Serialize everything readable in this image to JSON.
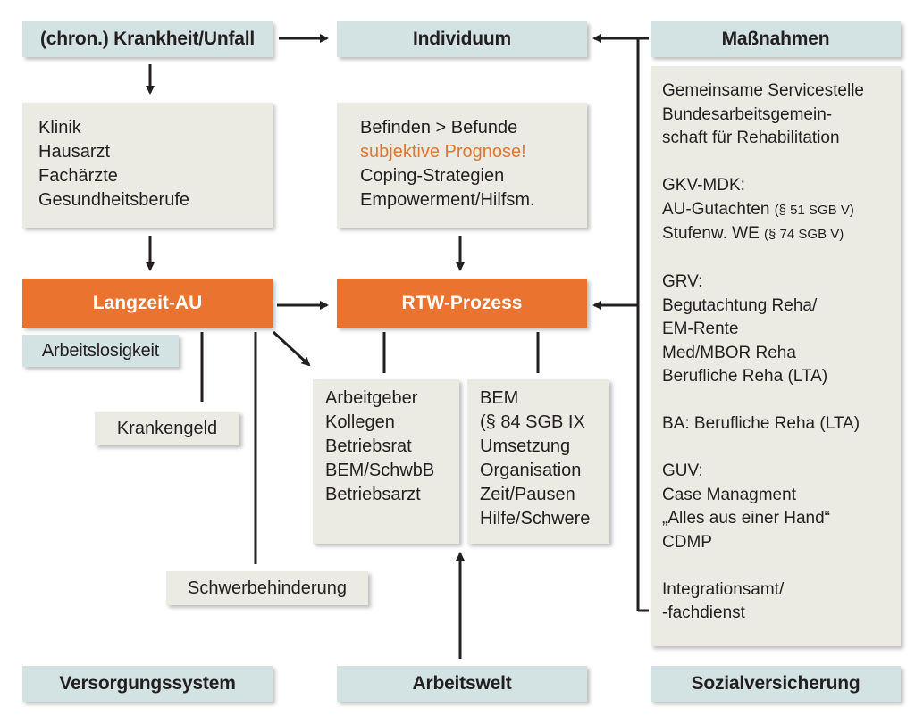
{
  "headers": {
    "krankheit": "(chron.) Krankheit/Unfall",
    "individuum": "Individuum",
    "massnahmen": "Maßnahmen",
    "versorgung": "Versorgungssystem",
    "arbeitswelt": "Arbeitswelt",
    "sozialversicherung": "Sozialversicherung"
  },
  "versorgung_box": {
    "lines": [
      "Klinik",
      "Hausarzt",
      "Fachärzte",
      "Gesundheitsberufe"
    ]
  },
  "individuum_box": {
    "line1": "Befinden > Befunde",
    "line2": "subjektive Prognose!",
    "line3": "Coping-Strategien",
    "line4": "Empowerment/Hilfsm."
  },
  "langzeit_au": "Langzeit-AU",
  "rtw_prozess": "RTW-Prozess",
  "arbeitslosigkeit": "Arbeitslosigkeit",
  "krankengeld": "Krankengeld",
  "schwerbehinderung": "Schwerbehinderung",
  "arbeitgeber_box": {
    "lines": [
      "Arbeitgeber",
      "Kollegen",
      "Betriebsrat",
      "BEM/SchwbB",
      "Betriebsarzt"
    ]
  },
  "bem_box": {
    "lines": [
      "BEM",
      "(§ 84 SGB IX",
      "Umsetzung",
      "Organisation",
      "Zeit/Pausen",
      "Hilfe/Schwere"
    ]
  },
  "massnahmen_box": {
    "servicestelle": [
      "Gemeinsame Servicestelle",
      "Bundesarbeitsgemein-",
      "schaft für Rehabilitation"
    ],
    "gkv_title": "GKV-MDK:",
    "gkv_au_text": "AU-Gutachten ",
    "gkv_au_ref": "(§ 51 SGB V)",
    "gkv_stufen_text": "Stufenw. WE ",
    "gkv_stufen_ref": "(§ 74 SGB V)",
    "grv": [
      "GRV:",
      "Begutachtung Reha/",
      "EM-Rente",
      "Med/MBOR Reha",
      "Berufliche Reha (LTA)"
    ],
    "ba": "BA: Berufliche Reha (LTA)",
    "guv": [
      "GUV:",
      "Case Managment",
      "„Alles aus einer Hand“",
      "CDMP"
    ],
    "integration": [
      "Integrationsamt/",
      "-fachdienst"
    ]
  },
  "colors": {
    "header_bg": "#d3e2e3",
    "box_bg": "#ecebe3",
    "accent_orange": "#ea7330",
    "highlight_text": "#e0762f",
    "line": "#231f20"
  }
}
